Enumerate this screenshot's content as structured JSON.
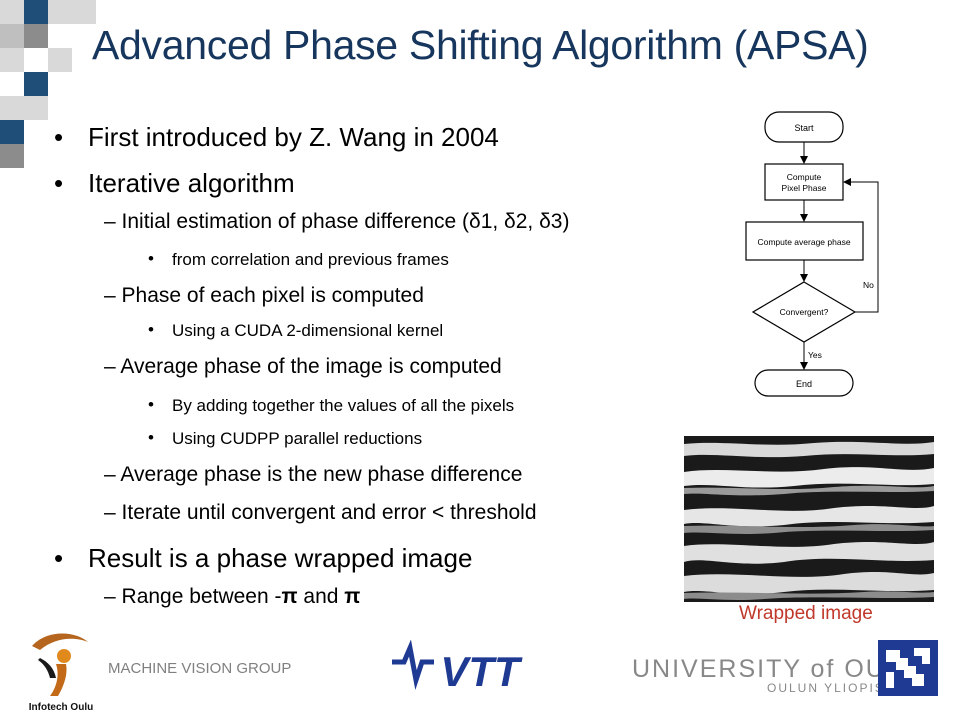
{
  "slide": {
    "title": "Advanced Phase Shifting Algorithm (APSA)",
    "bullets": {
      "b1": "First introduced by Z. Wang in 2004",
      "b2": "Iterative algorithm",
      "b2_1": "Initial estimation of phase difference (δ1, δ2, δ3)",
      "b2_1_1": "from correlation and previous frames",
      "b2_2": "Phase of each pixel is computed",
      "b2_2_1": "Using a CUDA 2-dimensional kernel",
      "b2_3": "Average phase of the image is computed",
      "b2_3_1": "By adding together the values of all the pixels",
      "b2_3_2": "Using CUDPP parallel reductions",
      "b2_4": "Average phase is the new phase difference",
      "b2_5": "Iterate until convergent and error < threshold",
      "b3": "Result is a phase wrapped image",
      "b3_1_prefix": "Range between -",
      "b3_1_pi1": "π",
      "b3_1_mid": " and ",
      "b3_1_pi2": "π"
    },
    "bullet_symbol": "•",
    "dash_symbol": "–",
    "flowchart": {
      "start": "Start",
      "compute_line1": "Compute",
      "compute_line2": "Pixel Phase",
      "average": "Compute average phase",
      "decision": "Convergent?",
      "no_label": "No",
      "yes_label": "Yes",
      "end": "End"
    },
    "image_caption": "Wrapped image"
  },
  "footer": {
    "group_name": "MACHINE VISION GROUP",
    "infotech_logo_text": "Infotech Oulu",
    "vtt_logo_text": "VTT",
    "university_line1": "UNIVERSITY of OULU",
    "university_line2": "OULUN YLIOPISTO"
  },
  "colors": {
    "title": "#17365d",
    "caption": "#c0392b",
    "deco_blue": "#1f4e79",
    "deco_gray": "#8c8c8c",
    "vtt_blue": "#1f3a93"
  }
}
